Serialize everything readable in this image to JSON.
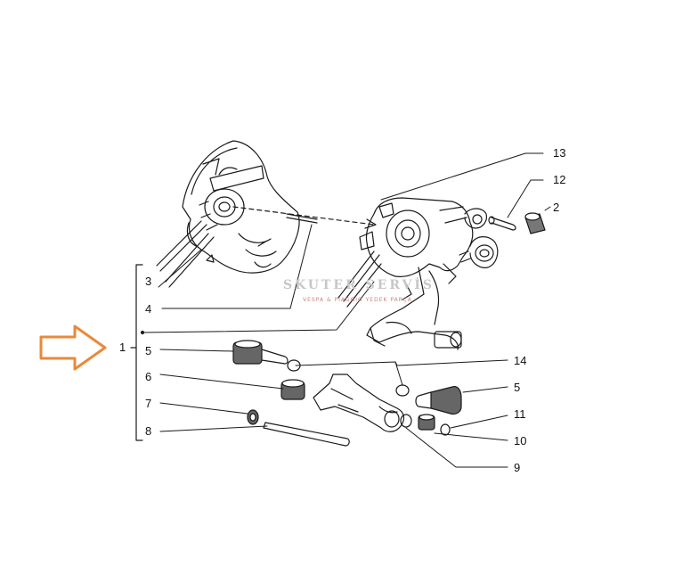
{
  "callouts": {
    "c1": "1",
    "c2": "2",
    "c3": "3",
    "c4": "4",
    "c5a": "5",
    "c5b": "5",
    "c6": "6",
    "c7": "7",
    "c8": "8",
    "c9": "9",
    "c10": "10",
    "c11": "11",
    "c12": "12",
    "c13": "13",
    "c14": "14"
  },
  "watermark": {
    "title": "SKUTER SERVİS",
    "subtitle": "VESPA & PIAGGIO YEDEK PARÇA"
  },
  "colors": {
    "arrow": "#e8893a",
    "line": "#1a1a1a",
    "watermark": "#c7c7c7"
  }
}
